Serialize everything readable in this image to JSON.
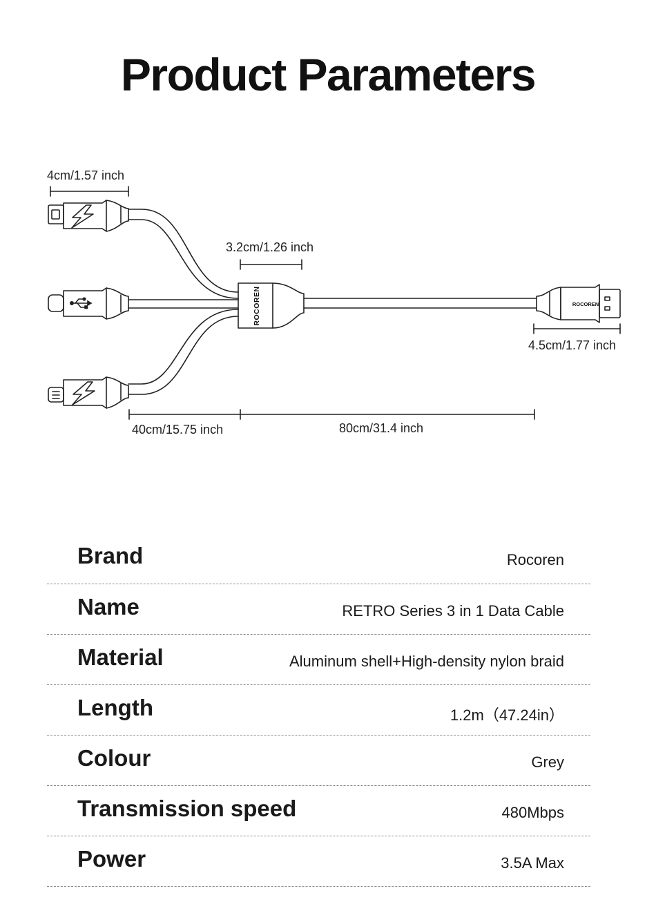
{
  "title": "Product Parameters",
  "brand_marks": {
    "splitter": "ROCOREN",
    "usb": "ROCOREN"
  },
  "dimensions": {
    "connector_length": "4cm/1.57 inch",
    "splitter_length": "3.2cm/1.26 inch",
    "usb_length": "4.5cm/1.77 inch",
    "branch_length": "40cm/15.75 inch",
    "main_length": "80cm/31.4 inch"
  },
  "icons": {
    "micro_usb": "lightning-bolt-icon",
    "type_c": "usb-symbol-icon",
    "lightning": "lightning-bolt-icon"
  },
  "params": [
    {
      "label": "Brand",
      "value": "Rocoren"
    },
    {
      "label": "Name",
      "value": "RETRO Series 3 in 1 Data Cable"
    },
    {
      "label": "Material",
      "value": "Aluminum shell+High-density nylon braid"
    },
    {
      "label": "Length",
      "value": "1.2m（47.24in）"
    },
    {
      "label": "Colour",
      "value": "Grey"
    },
    {
      "label": "Transmission speed",
      "value": "480Mbps"
    },
    {
      "label": "Power",
      "value": "3.5A Max"
    }
  ]
}
